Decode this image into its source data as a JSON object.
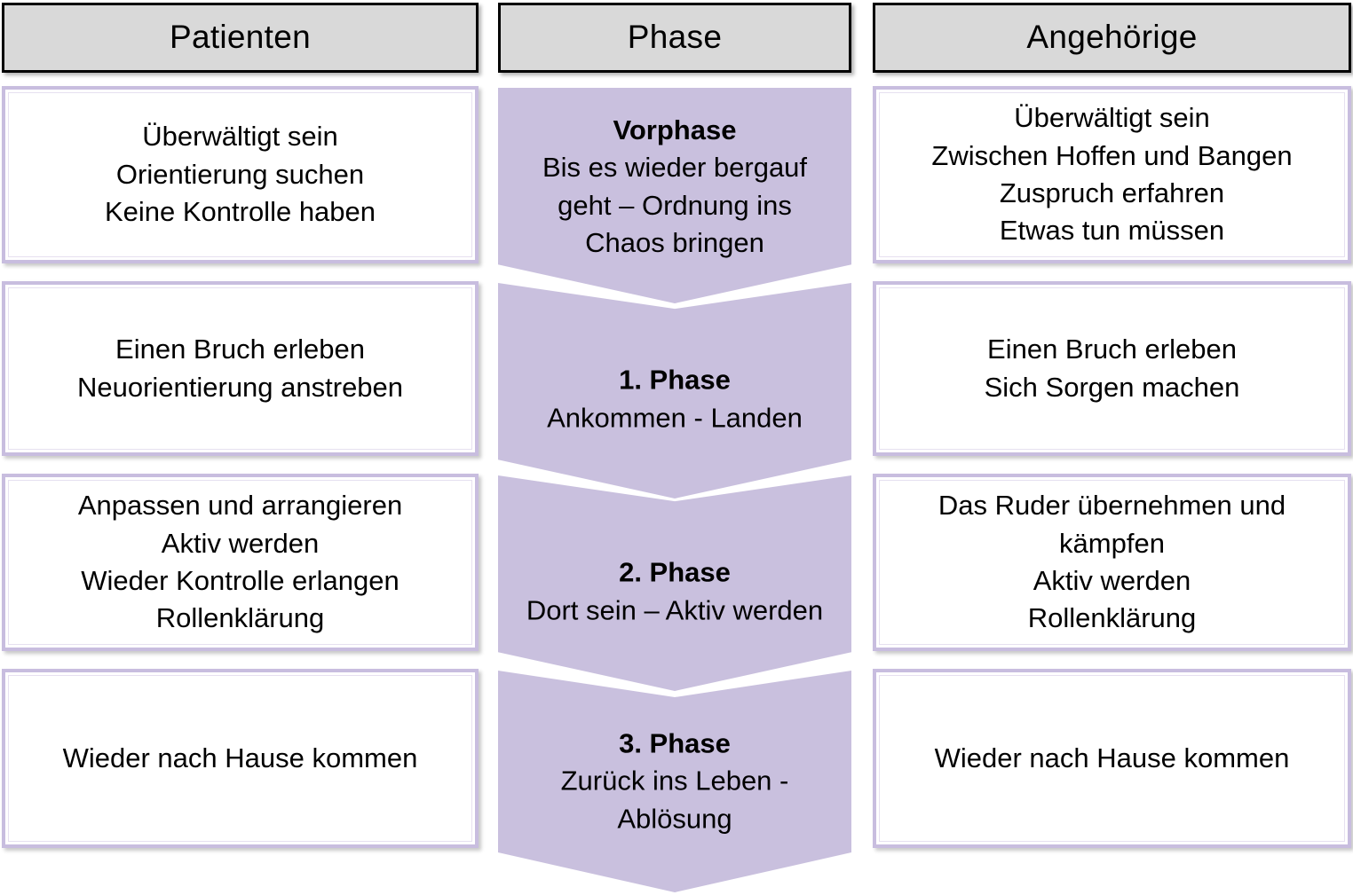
{
  "colors": {
    "header_fill": "#D9D9D9",
    "header_border": "#000000",
    "box_fill": "#FFFFFF",
    "box_border": "#C8BDDF",
    "chevron_fill": "#C9C0DE",
    "text": "#000000",
    "background": "#FFFFFF"
  },
  "columns": {
    "left": {
      "header": "Patienten"
    },
    "center": {
      "header": "Phase"
    },
    "right": {
      "header": "Angehörige"
    }
  },
  "rows": [
    {
      "patients": "Überwältigt sein\nOrientierung suchen\nKeine Kontrolle haben",
      "phase_title": "Vorphase",
      "phase_subtitle": "Bis es wieder bergauf\ngeht – Ordnung ins\nChaos bringen",
      "relatives": "Überwältigt sein\nZwischen Hoffen und Bangen\nZuspruch erfahren\nEtwas tun müssen"
    },
    {
      "patients": "Einen Bruch erleben\nNeuorientierung anstreben",
      "phase_title": "1. Phase",
      "phase_subtitle": "Ankommen - Landen",
      "relatives": "Einen Bruch erleben\nSich Sorgen machen"
    },
    {
      "patients": "Anpassen und arrangieren\nAktiv werden\nWieder Kontrolle erlangen\nRollenklärung",
      "phase_title": "2. Phase",
      "phase_subtitle": "Dort sein – Aktiv werden",
      "relatives": "Das Ruder übernehmen und\nkämpfen\nAktiv werden\nRollenklärung"
    },
    {
      "patients": "Wieder nach Hause kommen",
      "phase_title": "3. Phase",
      "phase_subtitle": "Zurück ins Leben -\nAblösung",
      "relatives": "Wieder nach Hause kommen"
    }
  ]
}
